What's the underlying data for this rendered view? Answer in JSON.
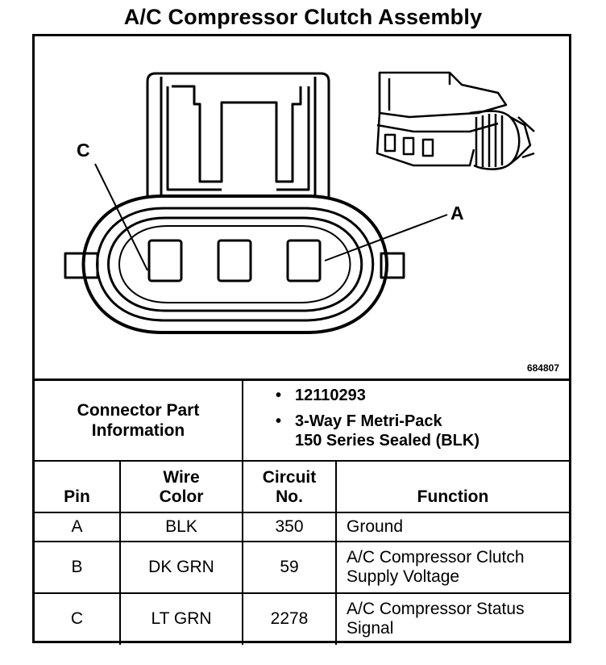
{
  "title": "A/C Compressor Clutch Assembly",
  "diagram": {
    "pin_labels": {
      "c": "C",
      "a": "A"
    },
    "figure_id": "684807"
  },
  "connector": {
    "label_line1": "Connector Part",
    "label_line2": "Information",
    "items": [
      "12110293",
      "3-Way F Metri-Pack",
      "150 Series Sealed (BLK)"
    ]
  },
  "table": {
    "headers": {
      "pin": "Pin",
      "wire_line1": "Wire",
      "wire_line2": "Color",
      "circuit_line1": "Circuit",
      "circuit_line2": "No.",
      "function": "Function"
    },
    "rows": [
      {
        "pin": "A",
        "color": "BLK",
        "circuit": "350",
        "func1": "Ground",
        "func2": ""
      },
      {
        "pin": "B",
        "color": "DK GRN",
        "circuit": "59",
        "func1": "A/C Compressor Clutch",
        "func2": "Supply Voltage"
      },
      {
        "pin": "C",
        "color": "LT GRN",
        "circuit": "2278",
        "func1": "A/C Compressor Status",
        "func2": "Signal"
      }
    ]
  }
}
